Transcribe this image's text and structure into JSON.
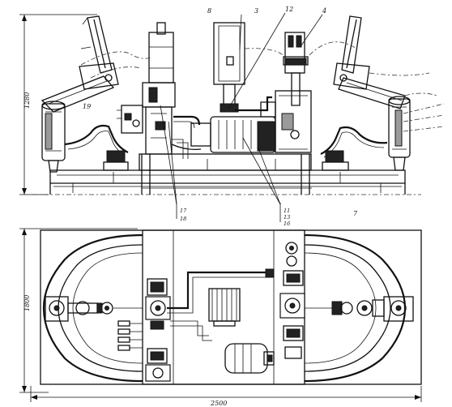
{
  "dimensions": {
    "height_elevation": "1280",
    "width_plan": "1800",
    "length_plan": "2500"
  },
  "callouts": {
    "c8": "8",
    "c3": "3",
    "c12": "12",
    "c4": "4",
    "c19": "19",
    "c17": "17",
    "c18": "18",
    "c11": "11",
    "c13": "13",
    "c16": "16",
    "c7": "7"
  }
}
